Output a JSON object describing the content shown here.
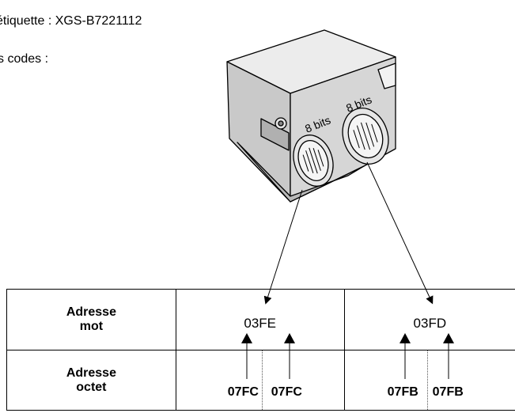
{
  "intro": {
    "label_line": "étiquette : XGS-B7221112",
    "codes_line": "s codes :"
  },
  "device": {
    "port_left_label": "8 bits",
    "port_right_label": "8 bits"
  },
  "table": {
    "row_word_header_1": "Adresse",
    "row_word_header_2": "mot",
    "row_byte_header_1": "Adresse",
    "row_byte_header_2": "octet",
    "word_left": "03FE",
    "word_right": "03FD",
    "bytes_left": [
      "07FC",
      "07FC"
    ],
    "bytes_right": [
      "07FB",
      "07FB"
    ]
  }
}
